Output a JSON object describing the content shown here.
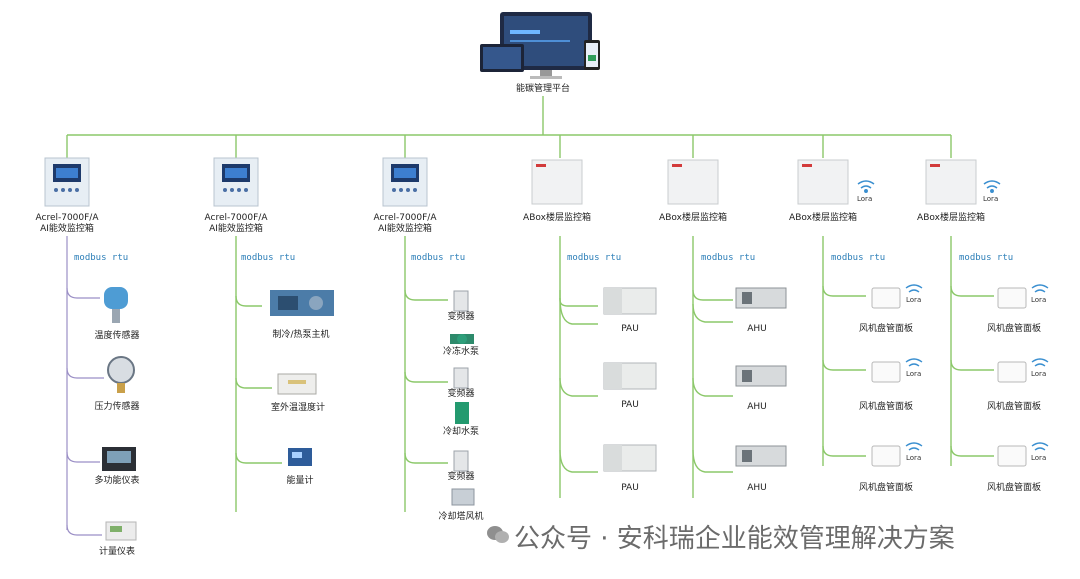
{
  "platform": {
    "label": "能碳管理平台"
  },
  "boxes": [
    {
      "title1": "Acrel-7000F/A",
      "title2": "AI能效监控箱",
      "protocol": "modbus rtu"
    },
    {
      "title1": "Acrel-7000F/A",
      "title2": "AI能效监控箱",
      "protocol": "modbus rtu"
    },
    {
      "title1": "Acrel-7000F/A",
      "title2": "AI能效监控箱",
      "protocol": "modbus rtu"
    },
    {
      "title": "ABox楼层监控箱",
      "protocol": "modbus rtu"
    },
    {
      "title": "ABox楼层监控箱",
      "protocol": "modbus rtu"
    },
    {
      "title": "ABox楼层监控箱",
      "protocol": "modbus rtu",
      "lora": "Lora"
    },
    {
      "title": "ABox楼层监控箱",
      "protocol": "modbus rtu",
      "lora": "Lora"
    }
  ],
  "col1": [
    "温度传感器",
    "压力传感器",
    "多功能仪表",
    "计量仪表"
  ],
  "col2": [
    "制冷/热泵主机",
    "室外温湿度计",
    "能量计"
  ],
  "col3": [
    "变频器",
    "冷冻水泵",
    "变频器",
    "冷却水泵",
    "变频器",
    "冷却塔风机"
  ],
  "col4": [
    "PAU",
    "PAU",
    "PAU"
  ],
  "col5": [
    "AHU",
    "AHU",
    "AHU"
  ],
  "col6": {
    "label": "风机盘管面板",
    "lora": "Lora"
  },
  "col7": {
    "label": "风机盘管面板",
    "lora": "Lora"
  },
  "watermark": "公众号 · 安科瑞企业能效管理解决方案",
  "colors": {
    "line_green": "#8cc86a",
    "line_purple": "#9b8fc6",
    "protocol_blue": "#2d7fb8"
  }
}
